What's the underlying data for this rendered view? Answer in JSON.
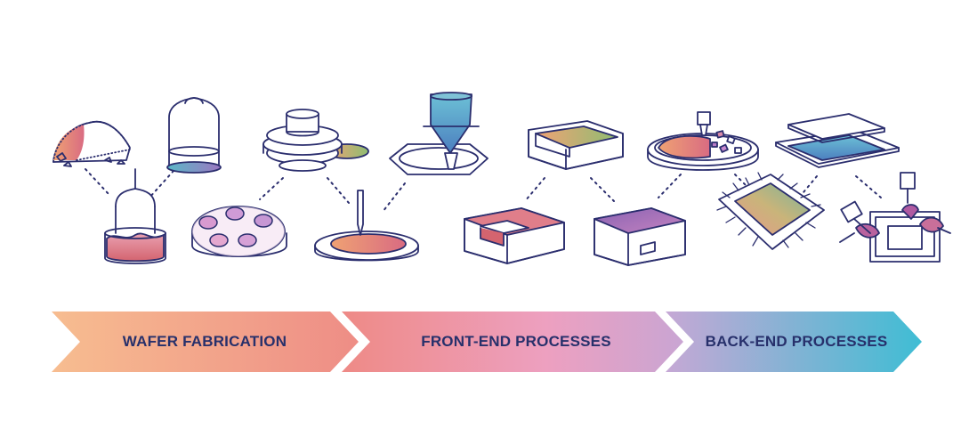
{
  "stages": [
    {
      "id": "wafer",
      "label": "WAFER FABRICATION",
      "color_start": "#f6b98e",
      "color_end": "#ef8b86"
    },
    {
      "id": "front",
      "label": "FRONT-END PROCESSES",
      "color_start": "#ef8b86",
      "color_end": "#c9a6d1"
    },
    {
      "id": "back",
      "label": "BACK-END PROCESSES",
      "color_start": "#c7a8d4",
      "color_end": "#44bdd4"
    }
  ],
  "colors": {
    "outline": "#2b2e6e",
    "label_text": "#27306b",
    "orange": "#ee9a6c",
    "pink": "#d66b7c",
    "purple": "#9b6cb4",
    "teal": "#5fb3c2",
    "green": "#82b77a"
  },
  "icons": [
    "silicon-sand-icon",
    "crucible-icon",
    "ingot-puller-icon",
    "wafer-dies-icon",
    "wafer-slicer-icon",
    "coated-wafer-icon",
    "photolithography-icon",
    "etched-layer-icon",
    "deposited-layer-icon",
    "doped-layer-icon",
    "wafer-dicing-icon",
    "die-bonding-icon",
    "wire-bonding-icon",
    "packaging-icon"
  ]
}
